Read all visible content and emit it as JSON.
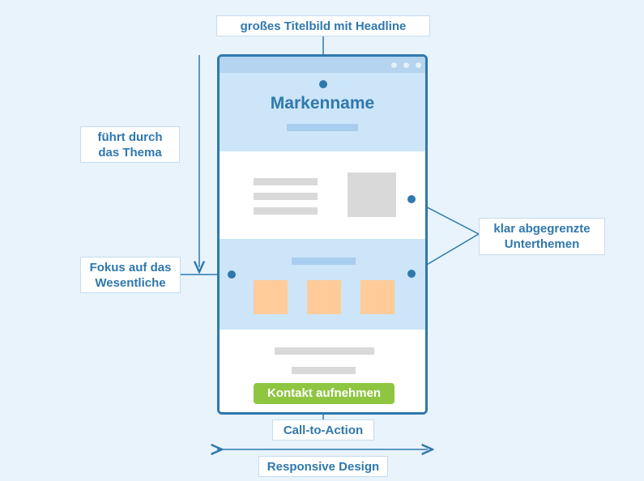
{
  "labels": {
    "headline": "großes Titelbild mit Headline",
    "guides": "führt durch\ndas Thema",
    "subtopics": "klar abgegrenzte\nUnterthemen",
    "focus": "Fokus auf das\nWesentliche",
    "cta": "Call-to-Action",
    "responsive": "Responsive Design"
  },
  "mockup": {
    "brand_name": "Markenname",
    "cta_button": "Kontakt aufnehmen"
  },
  "colors": {
    "accent": "#2f78ad",
    "background": "#e8f3fc",
    "section_blue": "#cce5f8",
    "cta_green": "#8ec641",
    "tile_orange": "#ffcc99",
    "placeholder_gray": "#d9d9d9"
  }
}
